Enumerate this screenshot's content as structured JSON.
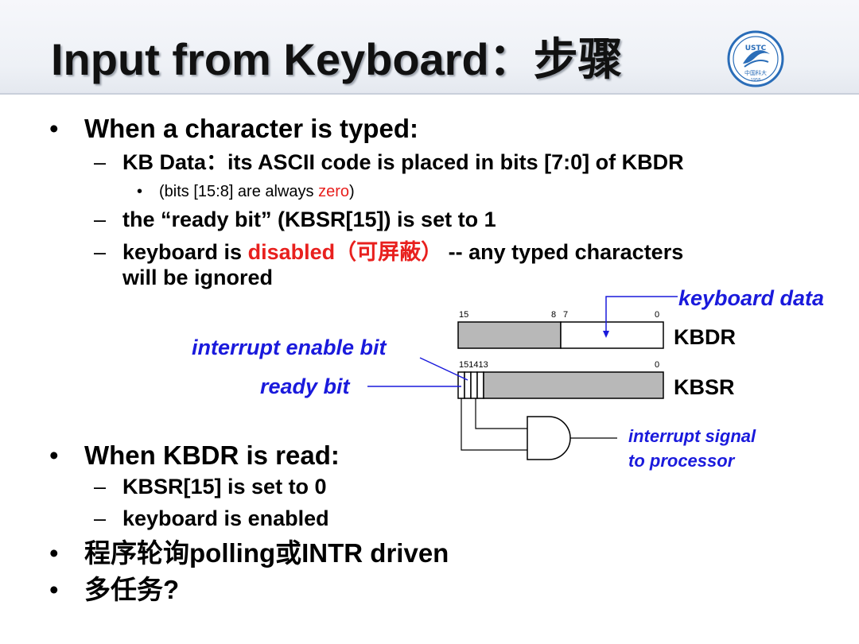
{
  "slide": {
    "title": "Input from Keyboard：步骤",
    "bullets": {
      "b1": "When a character is typed:",
      "b1_1": "KB Data：its ASCII code is placed in bits [7:0] of KBDR",
      "b1_1_1_pre": "(bits [15:8] are always ",
      "b1_1_1_red": "zero",
      "b1_1_1_post": ")",
      "b1_2": "the “ready bit” (KBSR[15]) is set to 1",
      "b1_3_pre": "keyboard is ",
      "b1_3_red": "disabled（可屏蔽）",
      "b1_3_post": " -- any typed characters",
      "b1_3_cont": "will be ignored",
      "b2": "When KBDR is read:",
      "b2_1": "KBSR[15] is set to 0",
      "b2_2": "keyboard is enabled",
      "b3": "程序轮询polling或INTR driven",
      "b4": "多任务?"
    },
    "bullet_glyph": "•",
    "dash_glyph": "–"
  },
  "diagram": {
    "keyboard_data_label": "keyboard data",
    "kbdr_label": "KBDR",
    "kbsr_label": "KBSR",
    "interrupt_enable_label": "interrupt enable bit",
    "ready_bit_label": "ready bit",
    "interrupt_signal_line1": "interrupt signal",
    "interrupt_signal_line2": "to processor",
    "kbdr_ticks": {
      "t15": "15",
      "t8": "8",
      "t7": "7",
      "t0": "0"
    },
    "kbsr_ticks": {
      "t151413": "151413",
      "t0": "0"
    }
  },
  "logo": {
    "text_top": "USTC",
    "text_bottom": "中国科大",
    "year": "1958"
  },
  "colors": {
    "label_blue": "#1a1adc",
    "red": "#e8201e",
    "register_gray": "#b8b8b8"
  }
}
